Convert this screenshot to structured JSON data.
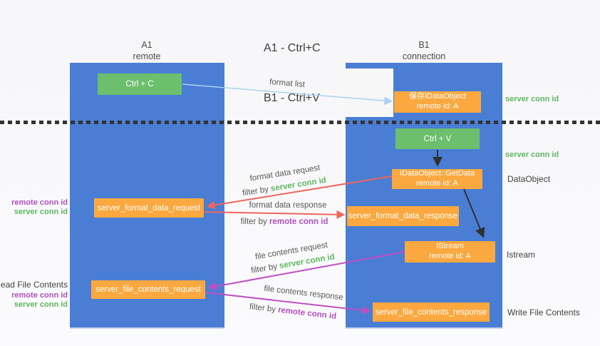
{
  "title": {
    "line1": "A1 - Ctrl+C",
    "line2": "B1 - Ctrl+V"
  },
  "colors": {
    "bg": "#f7f7f8",
    "lane": "#4a7ed5",
    "lane_edge": "#c7d4ee",
    "green_box": "#6cbf6d",
    "orange_box": "#faa83f",
    "green_text": "#5cb860",
    "purple_text": "#b050be",
    "red_arrow": "#f0655c",
    "magenta_arrow": "#bf4fc2",
    "blue_arrow": "#a9d3ee",
    "black_arrow": "#303030",
    "label_text": "#595959",
    "dark_text": "#414141"
  },
  "lanes": {
    "a1": {
      "title": "A1",
      "subtitle": "remote"
    },
    "b1": {
      "title": "B1",
      "subtitle": "connection"
    }
  },
  "nodes": {
    "ctrl_c": {
      "label": "Ctrl + C"
    },
    "ctrl_v": {
      "label": "Ctrl + V"
    },
    "save_dataobject": {
      "line1": "保存IDataObject",
      "line2": "remote id: A"
    },
    "getdata": {
      "line1": "IDataObject::GetData",
      "line2": "remote id: A"
    },
    "istream": {
      "line1": "IStream",
      "line2": "remote id: A"
    },
    "format_request": {
      "label": "server_format_data_request"
    },
    "format_response": {
      "label": "server_format_data_response"
    },
    "file_request": {
      "label": "server_file_contents_request"
    },
    "file_response": {
      "label": "server_file_contents_response"
    }
  },
  "side_labels": {
    "server_conn_top": "server conn id",
    "server_conn_mid": "server conn id",
    "dataobject": "DataObject",
    "istream": "Istream",
    "write_file": "Write File Contents",
    "read_file": "Read File Contents",
    "left1_remote": "remote conn id",
    "left1_server": "server conn id",
    "left2_remote": "remote conn id",
    "left2_server": "server conn id"
  },
  "arrows": {
    "format_list": "format list",
    "format_data_request": "format data request",
    "filter_by_1": "filter by ",
    "filter_server_1": "server conn id",
    "format_data_response": "format data response",
    "filter_by_2": "filter by ",
    "filter_remote_2": "remote conn id",
    "file_contents_request": "file contents request",
    "filter_by_3": "filter by ",
    "filter_server_3": "server conn id",
    "file_contents_response": "file contents response",
    "filter_by_4": "filter by ",
    "filter_remote_4": "remote conn id"
  }
}
